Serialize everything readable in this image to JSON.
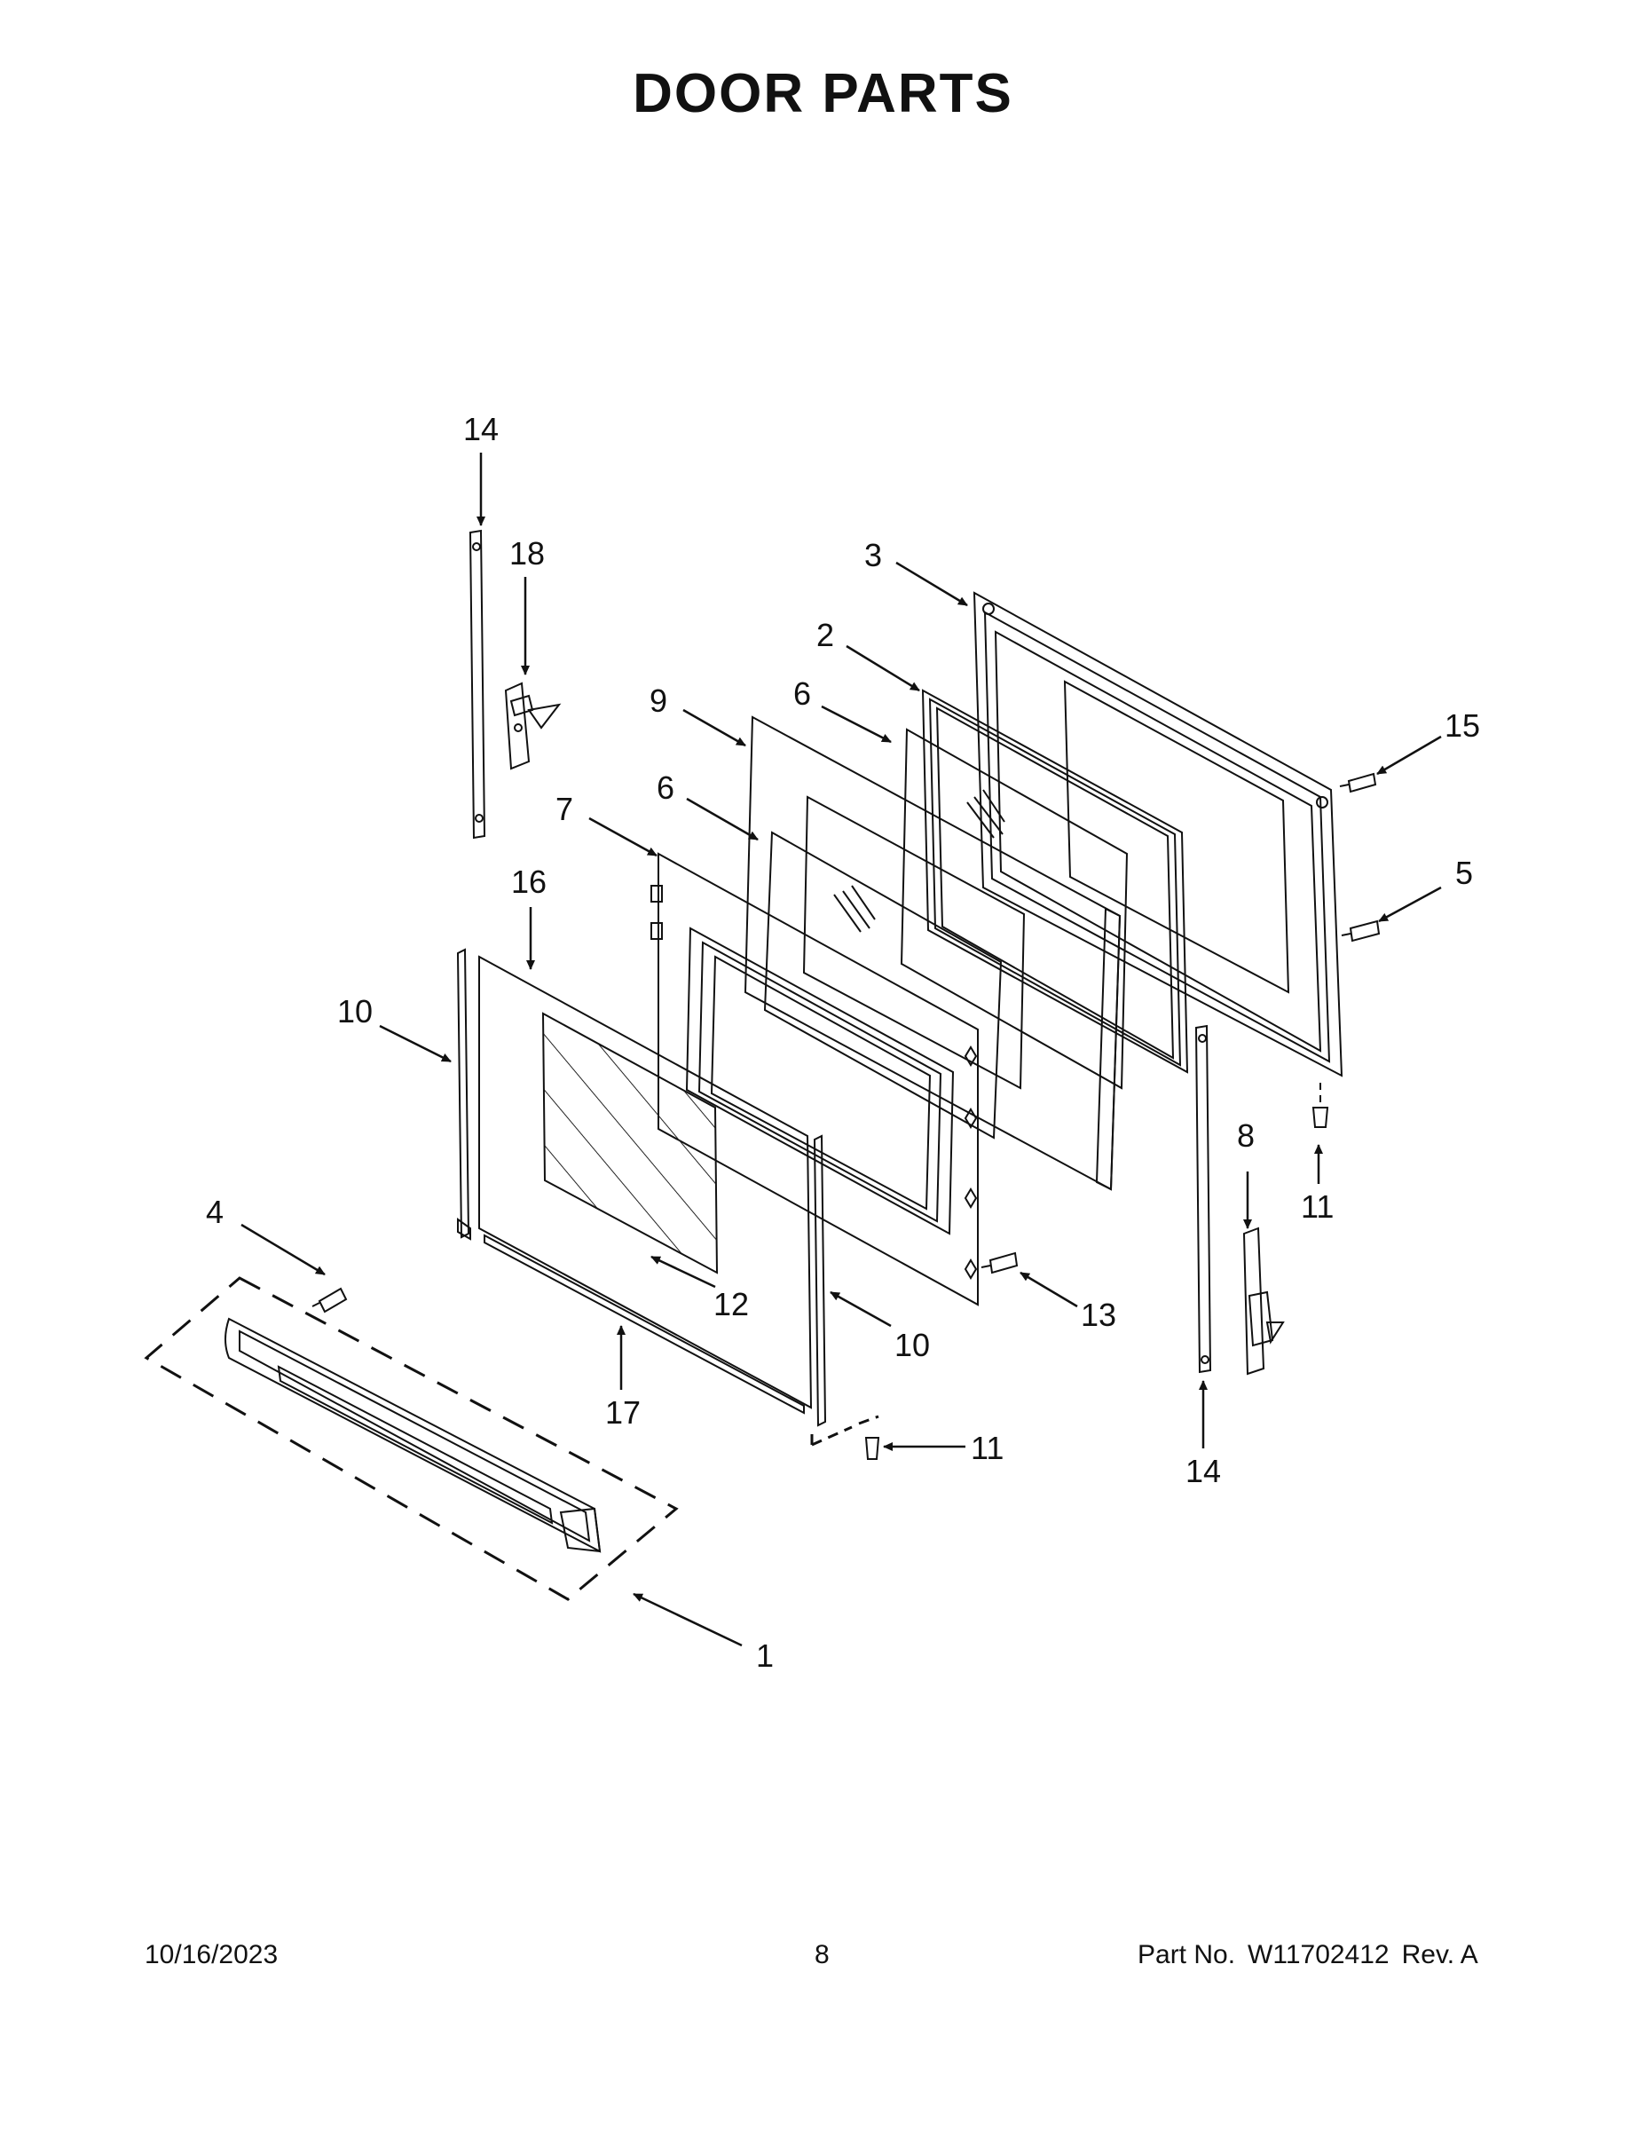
{
  "page": {
    "title": "DOOR PARTS",
    "footer": {
      "date": "10/16/2023",
      "page_number": "8",
      "part_label": "Part No.",
      "part_number": "W11702412",
      "revision": "Rev. A"
    }
  },
  "callouts": [
    {
      "id": "c14a",
      "label": "14"
    },
    {
      "id": "c18",
      "label": "18"
    },
    {
      "id": "c3",
      "label": "3"
    },
    {
      "id": "c2",
      "label": "2"
    },
    {
      "id": "c9",
      "label": "9"
    },
    {
      "id": "c6a",
      "label": "6"
    },
    {
      "id": "c15",
      "label": "15"
    },
    {
      "id": "c7",
      "label": "7"
    },
    {
      "id": "c6b",
      "label": "6"
    },
    {
      "id": "c16",
      "label": "16"
    },
    {
      "id": "c5",
      "label": "5"
    },
    {
      "id": "c10a",
      "label": "10"
    },
    {
      "id": "c8",
      "label": "8"
    },
    {
      "id": "c11a",
      "label": "11"
    },
    {
      "id": "c4",
      "label": "4"
    },
    {
      "id": "c12",
      "label": "12"
    },
    {
      "id": "c13",
      "label": "13"
    },
    {
      "id": "c10b",
      "label": "10"
    },
    {
      "id": "c17",
      "label": "17"
    },
    {
      "id": "c11b",
      "label": "11"
    },
    {
      "id": "c14b",
      "label": "14"
    },
    {
      "id": "c1",
      "label": "1"
    }
  ]
}
